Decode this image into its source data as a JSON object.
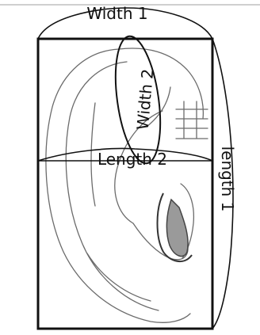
{
  "labels": {
    "width_1": "Width 1",
    "width_2": "Width 2",
    "length_1": "length 1",
    "length_2": "Length 2"
  },
  "colors": {
    "outline": "#111111",
    "sketch": "#6b6b6b",
    "shade": "#9a9a9a",
    "background": "#ffffff"
  }
}
